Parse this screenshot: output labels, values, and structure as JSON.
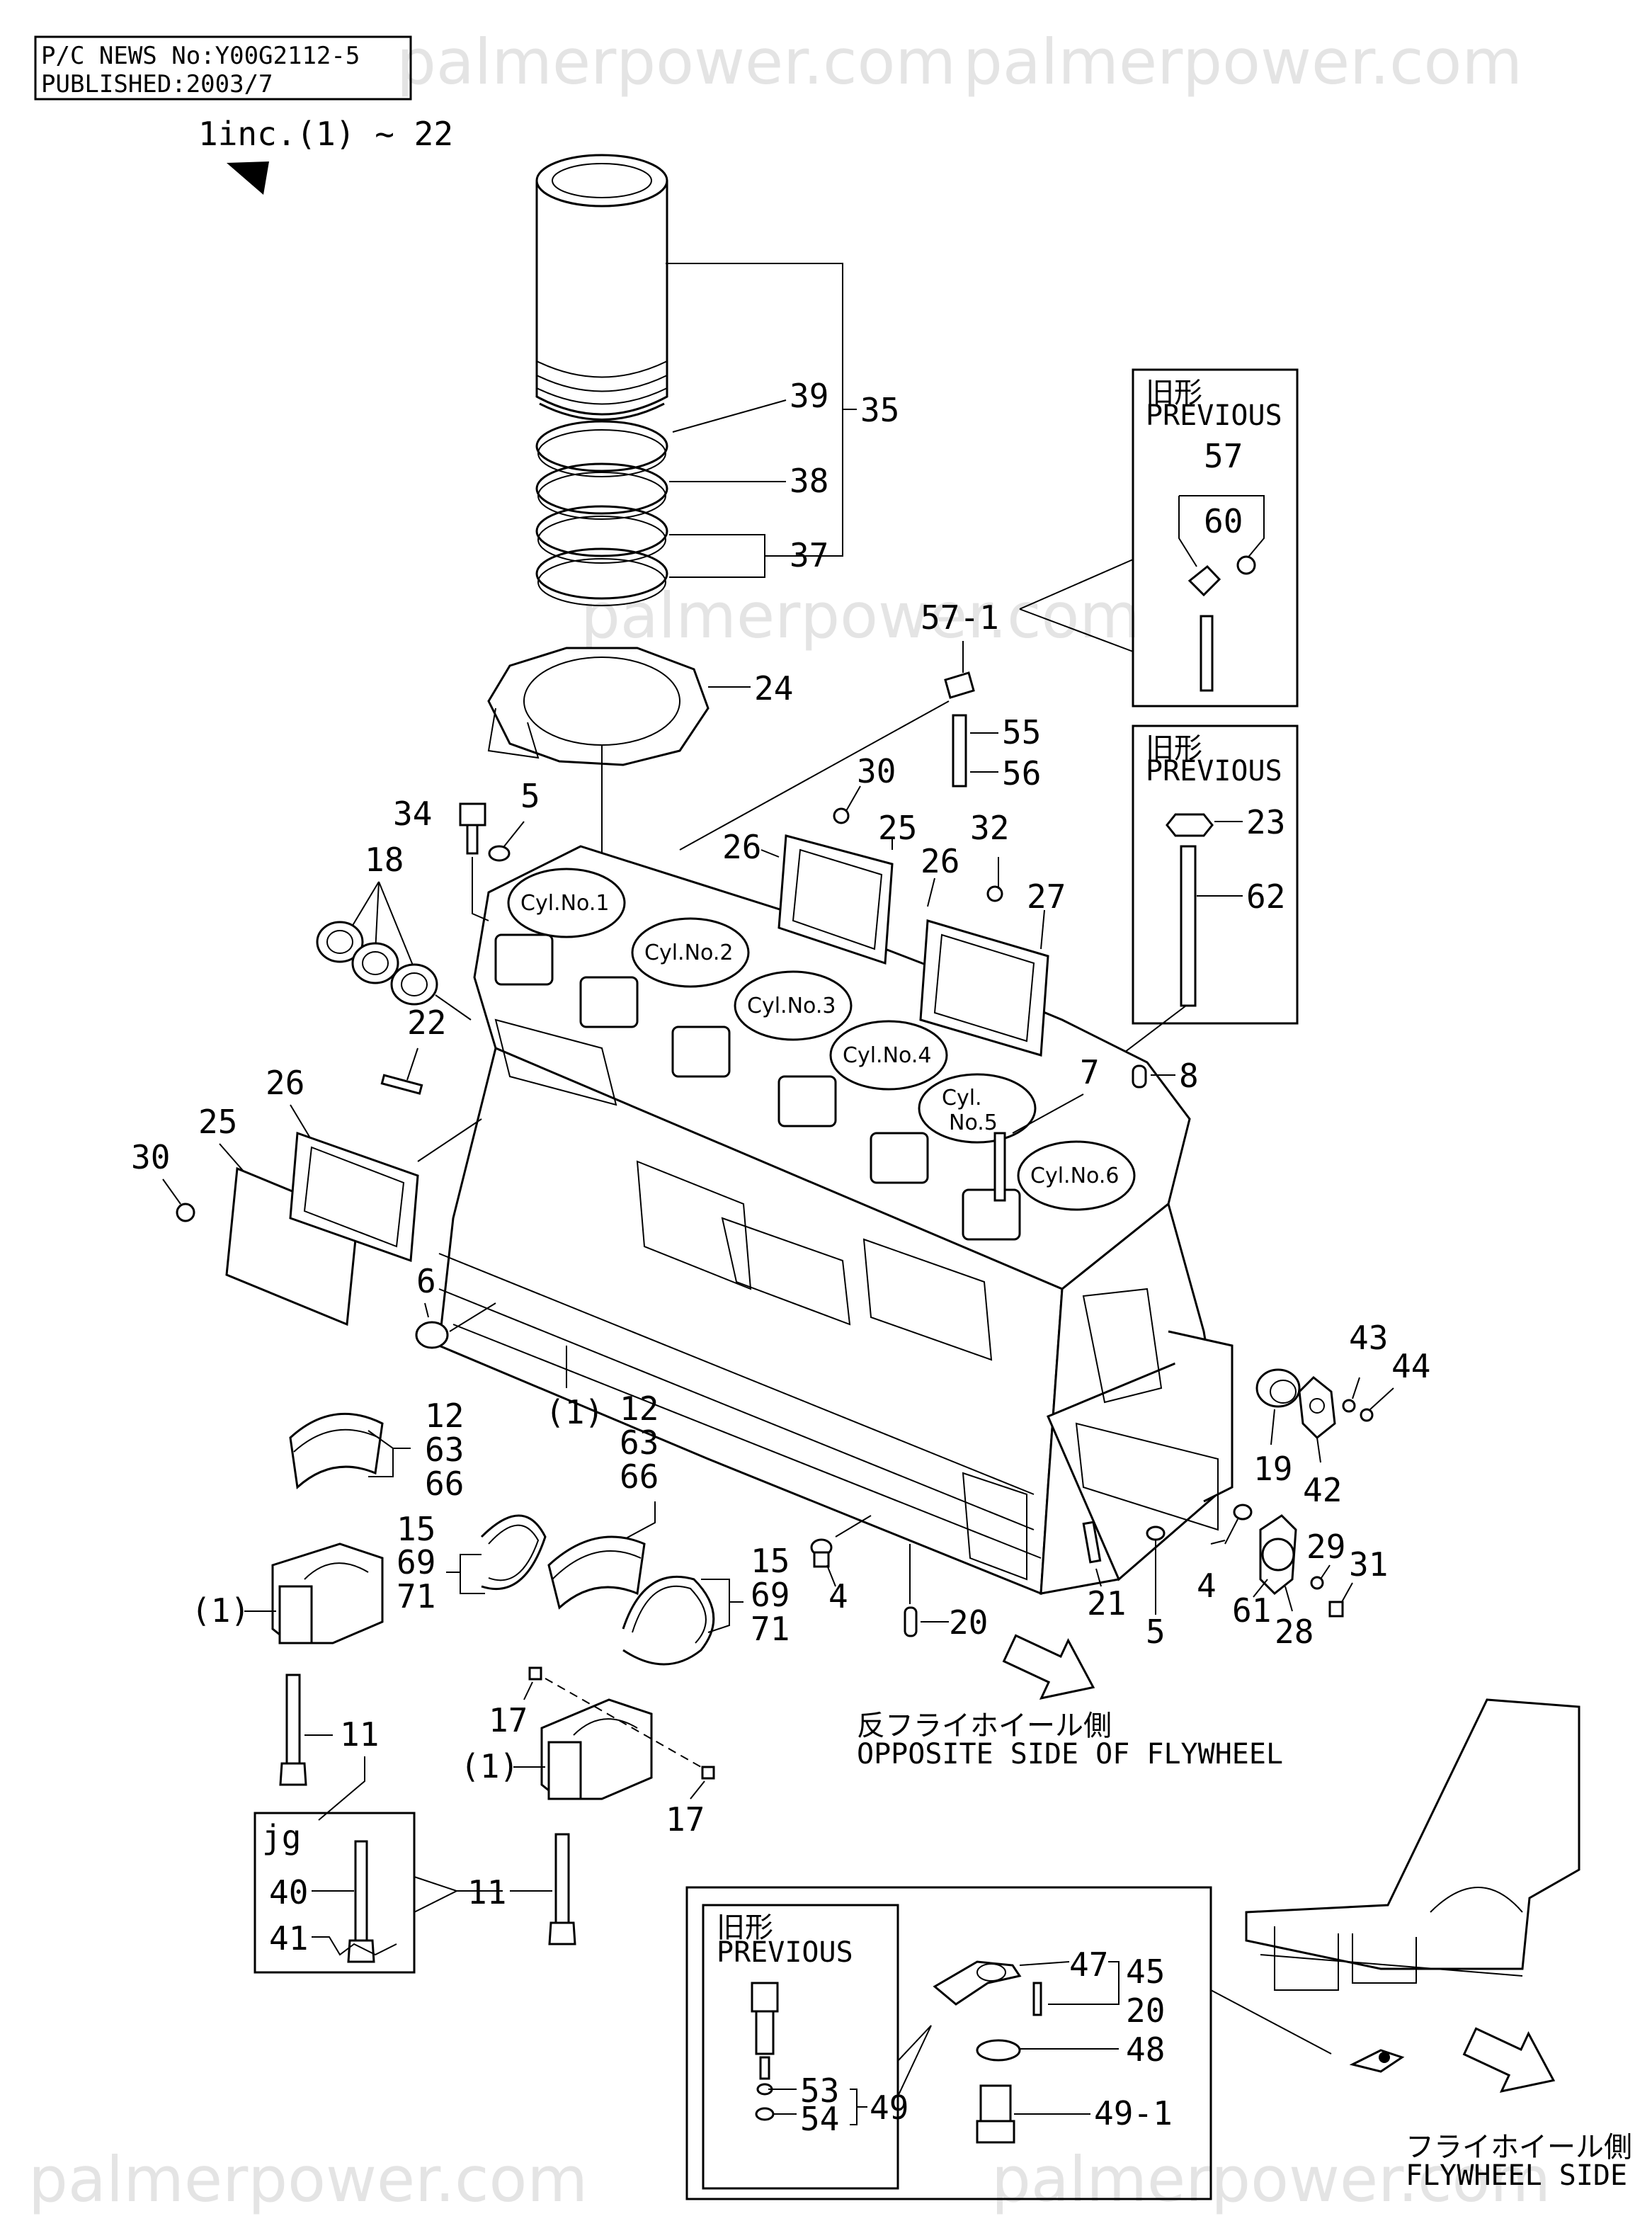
{
  "header": {
    "news_no": "P/C NEWS No:Y00G2112-5",
    "published": "PUBLISHED:2003/7",
    "includes": "1inc.(1) ~ 22"
  },
  "watermarks": [
    "palmerpower.com",
    "palmerpower.com",
    "palmerpower.com",
    "palmerpower.com",
    "palmerpower.com"
  ],
  "cylinders": [
    "Cyl.No.1",
    "Cyl.No.2",
    "Cyl.No.3",
    "Cyl.No.4",
    "Cyl.",
    "No.5",
    "Cyl.No.6"
  ],
  "previous_boxes": {
    "top": {
      "jp": "旧形",
      "en": "PREVIOUS",
      "labels": [
        "57",
        "60"
      ]
    },
    "middle": {
      "jp": "旧形",
      "en": "PREVIOUS",
      "labels": [
        "23",
        "62"
      ]
    },
    "bottom": {
      "jp": "旧形",
      "en": "PREVIOUS",
      "labels": [
        "53",
        "54",
        "49"
      ]
    }
  },
  "jg_box": {
    "title": "jg",
    "labels": [
      "40",
      "41"
    ]
  },
  "callouts": {
    "c39": "39",
    "c38": "38",
    "c37": "37",
    "c35": "35",
    "c24": "24",
    "c57_1": "57-1",
    "c55": "55",
    "c56": "56",
    "c30a": "30",
    "c25a": "25",
    "c26a": "26",
    "c32": "32",
    "c26b": "26",
    "c27": "27",
    "c34": "34",
    "c5a": "5",
    "c18": "18",
    "c22": "22",
    "c26c": "26",
    "c25b": "25",
    "c30b": "30",
    "c7": "7",
    "c8": "8",
    "c6": "6",
    "c1a": "(1)",
    "c12a": "12",
    "c63a": "63",
    "c66a": "66",
    "c12b": "12",
    "c63b": "63",
    "c66b": "66",
    "c15a": "15",
    "c69a": "69",
    "c71a": "71",
    "c15b": "15",
    "c69b": "69",
    "c71b": "71",
    "c1b": "(1)",
    "c4a": "4",
    "c20a": "20",
    "c21": "21",
    "c5b": "5",
    "c4b": "4",
    "c61": "61",
    "c28": "28",
    "c29": "29",
    "c31": "31",
    "c19": "19",
    "c42": "42",
    "c43": "43",
    "c44": "44",
    "c11a": "11",
    "c17a": "17",
    "c1c": "(1)",
    "c17b": "17",
    "c11b": "11",
    "c47": "47",
    "c45": "45",
    "c20b": "20",
    "c48": "48",
    "c49_1": "49-1"
  },
  "direction_labels": {
    "opposite_jp": "反フライホイール側",
    "opposite_en": "OPPOSITE SIDE OF FLYWHEEL",
    "flywheel_jp": "フライホイール側",
    "flywheel_en": "FLYWHEEL SIDE"
  }
}
